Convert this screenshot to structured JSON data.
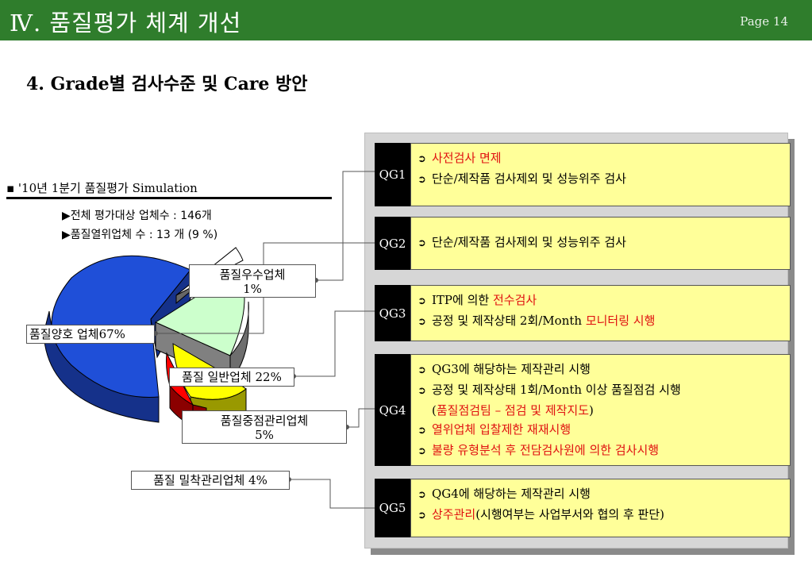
{
  "header": {
    "title": "Ⅳ. 품질평가 체계 개선",
    "page": "Page 14",
    "bg_color": "#2f7d2c"
  },
  "section_title": "4. Grade별 검사수준 및 Care 방안",
  "simulation": {
    "title": "▪ '10년 1분기 품질평가 Simulation",
    "total_line": "▶전체 평가대상 업체수 : 146개",
    "low_line": "▶품질열위업체 수 : 13 개 (9 %)"
  },
  "pie": {
    "slices": [
      {
        "label": "품질양호 업체67%",
        "percent": 67,
        "color": "#1f4fd8"
      },
      {
        "label": "품질우수업체 1%",
        "percent": 1,
        "color": "#ffffff"
      },
      {
        "label": "품질 일반업체 22%",
        "percent": 22,
        "color": "#ccffcc"
      },
      {
        "label": "품질중점관리업체 5%",
        "percent": 5,
        "color": "#ffff00"
      },
      {
        "label": "품질 밀착관리업체 4%",
        "percent": 4,
        "color": "#ff0000"
      }
    ],
    "labels": {
      "good": "품질양호 업체67%",
      "excellent_1": "품질우수업체",
      "excellent_2": "1%",
      "normal": "품질 일반업체 22%",
      "focus_1": "품질중점관리업체",
      "focus_2": "5%",
      "close": "품질 밀착관리업체 4%"
    }
  },
  "grades": [
    {
      "id": "QG1",
      "lines": [
        [
          {
            "t": "사전검사 면제",
            "red": true
          }
        ],
        [
          {
            "t": "단순/제작품 검사제외 및 성능위주 검사",
            "red": false
          }
        ]
      ]
    },
    {
      "id": "QG2",
      "lines": [
        [
          {
            "t": "단순/제작품 검사제외 및 성능위주 검사",
            "red": false
          }
        ]
      ]
    },
    {
      "id": "QG3",
      "lines": [
        [
          {
            "t": "ITP에 의한 ",
            "red": false
          },
          {
            "t": "전수검사",
            "red": true
          }
        ],
        [
          {
            "t": "공정 및 제작상태 2회/Month ",
            "red": false
          },
          {
            "t": "모니터링 시행",
            "red": true
          }
        ]
      ]
    },
    {
      "id": "QG4",
      "lines": [
        [
          {
            "t": "QG3에 해당하는 제작관리 시행",
            "red": false
          }
        ],
        [
          {
            "t": "공정 및 제작상태 1회/Month 이상 품질점검 시행",
            "red": false
          }
        ],
        [
          {
            "t": "(",
            "red": false
          },
          {
            "t": "품질점검팀 – 점검 및 제작지도",
            "red": true
          },
          {
            "t": ")",
            "red": false
          }
        ],
        [
          {
            "t": "열위업체 입찰제한 재재시행",
            "red": true
          }
        ],
        [
          {
            "t": "불량 유형분석 후 전담검사원에 의한 검사시행",
            "red": true
          }
        ]
      ]
    },
    {
      "id": "QG5",
      "lines": [
        [
          {
            "t": "QG4에 해당하는 제작관리 시행",
            "red": false
          }
        ],
        [
          {
            "t": "상주관리",
            "red": true
          },
          {
            "t": "(시행여부는 사업부서와 협의 후 판단)",
            "red": false
          }
        ]
      ]
    }
  ],
  "colors": {
    "qg_label_bg": "#000000",
    "qg_body_bg": "#ffff99",
    "highlight": "#e01010"
  }
}
